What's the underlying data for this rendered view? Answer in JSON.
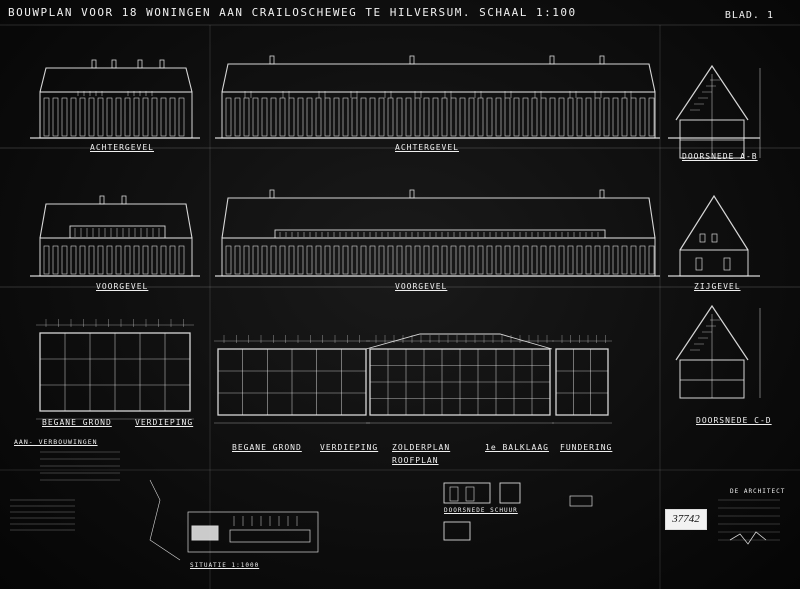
{
  "title": "BOUWPLAN VOOR 18 WONINGEN AAN CRAILOSCHEWEG TE HILVERSUM. SCHAAL 1:100",
  "sheet_number": "BLAD. 1",
  "views": {
    "rear_left": "ACHTERGEVEL",
    "rear_main": "ACHTERGEVEL",
    "section_ab": "DOORSNEDE A-B",
    "front_left": "VOORGEVEL",
    "front_main": "VOORGEVEL",
    "side": "ZIJGEVEL",
    "section_cd": "DOORSNEDE C-D"
  },
  "plan_labels": {
    "left_ground": "BEGANE GROND",
    "left_upper": "VERDIEPING",
    "main_ground": "BEGANE GROND",
    "main_upper": "VERDIEPING",
    "attic": "ZOLDERPLAN",
    "roof": "ROOFPLAN",
    "beams": "1e BALKLAAG",
    "foundation": "FUNDERING"
  },
  "bottom": {
    "legend_heading": "AAN- VERBOUWINGEN",
    "shed": "DOORSNEDE SCHUUR",
    "site_plan": "SITUATIE 1:1000",
    "stamp": "37742",
    "signature_heading": "DE ARCHITECT"
  },
  "colors": {
    "paper": "#0c0c0c",
    "line": "#ececec"
  }
}
